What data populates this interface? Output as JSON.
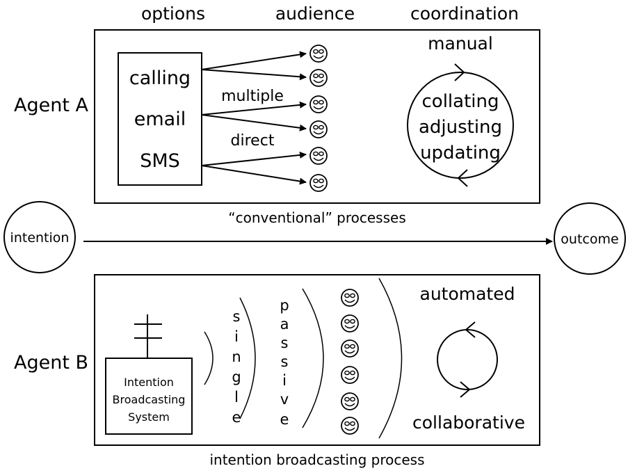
{
  "headers": {
    "options": "options",
    "audience": "audience",
    "coordination": "coordination"
  },
  "agent_a": {
    "label": "Agent A",
    "channels": [
      "calling",
      "email",
      "SMS"
    ],
    "arrow_labels": [
      "multiple",
      "direct"
    ],
    "coordination_mode": "manual",
    "cycle_steps": [
      "collating",
      "adjusting",
      "updating"
    ],
    "caption": "“conventional” processes"
  },
  "flow": {
    "start": "intention",
    "end": "outcome"
  },
  "agent_b": {
    "label": "Agent B",
    "system_lines": [
      "Intention",
      "Broadcasting",
      "System"
    ],
    "single_letters": [
      "s",
      "i",
      "n",
      "g",
      "l",
      "e"
    ],
    "passive_letters": [
      "p",
      "a",
      "s",
      "s",
      "i",
      "v",
      "e"
    ],
    "coordination_top": "automated",
    "coordination_bottom": "collaborative",
    "caption": "intention broadcasting process"
  },
  "icons": {
    "audience_member": "smiley-face-icon",
    "antenna": "antenna-icon",
    "cycle": "cycle-arrow-icon"
  }
}
